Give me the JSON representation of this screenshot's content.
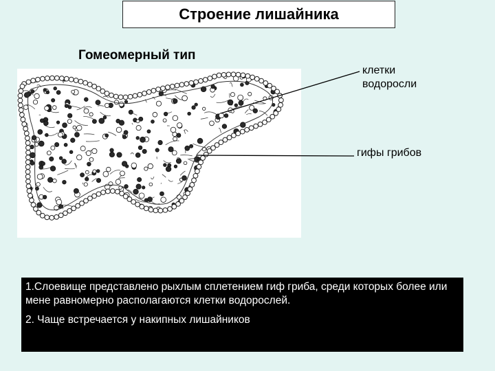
{
  "title": "Строение лишайника",
  "subtitle": "Гомеомерный тип",
  "labels": {
    "algae_cells": "клетки водоросли",
    "fungal_hyphae": "гифы грибов"
  },
  "caption": {
    "item1": "1.Слоевище представлено рыхлым сплетением гиф гриба, среди которых более или мене равномерно располагаются клетки водорослей.",
    "item2": "2. Чаще встречается  у накипных лишайников"
  },
  "colors": {
    "background": "#e3f4f2",
    "caption_background": "#000000",
    "caption_text": "#ffffff"
  }
}
